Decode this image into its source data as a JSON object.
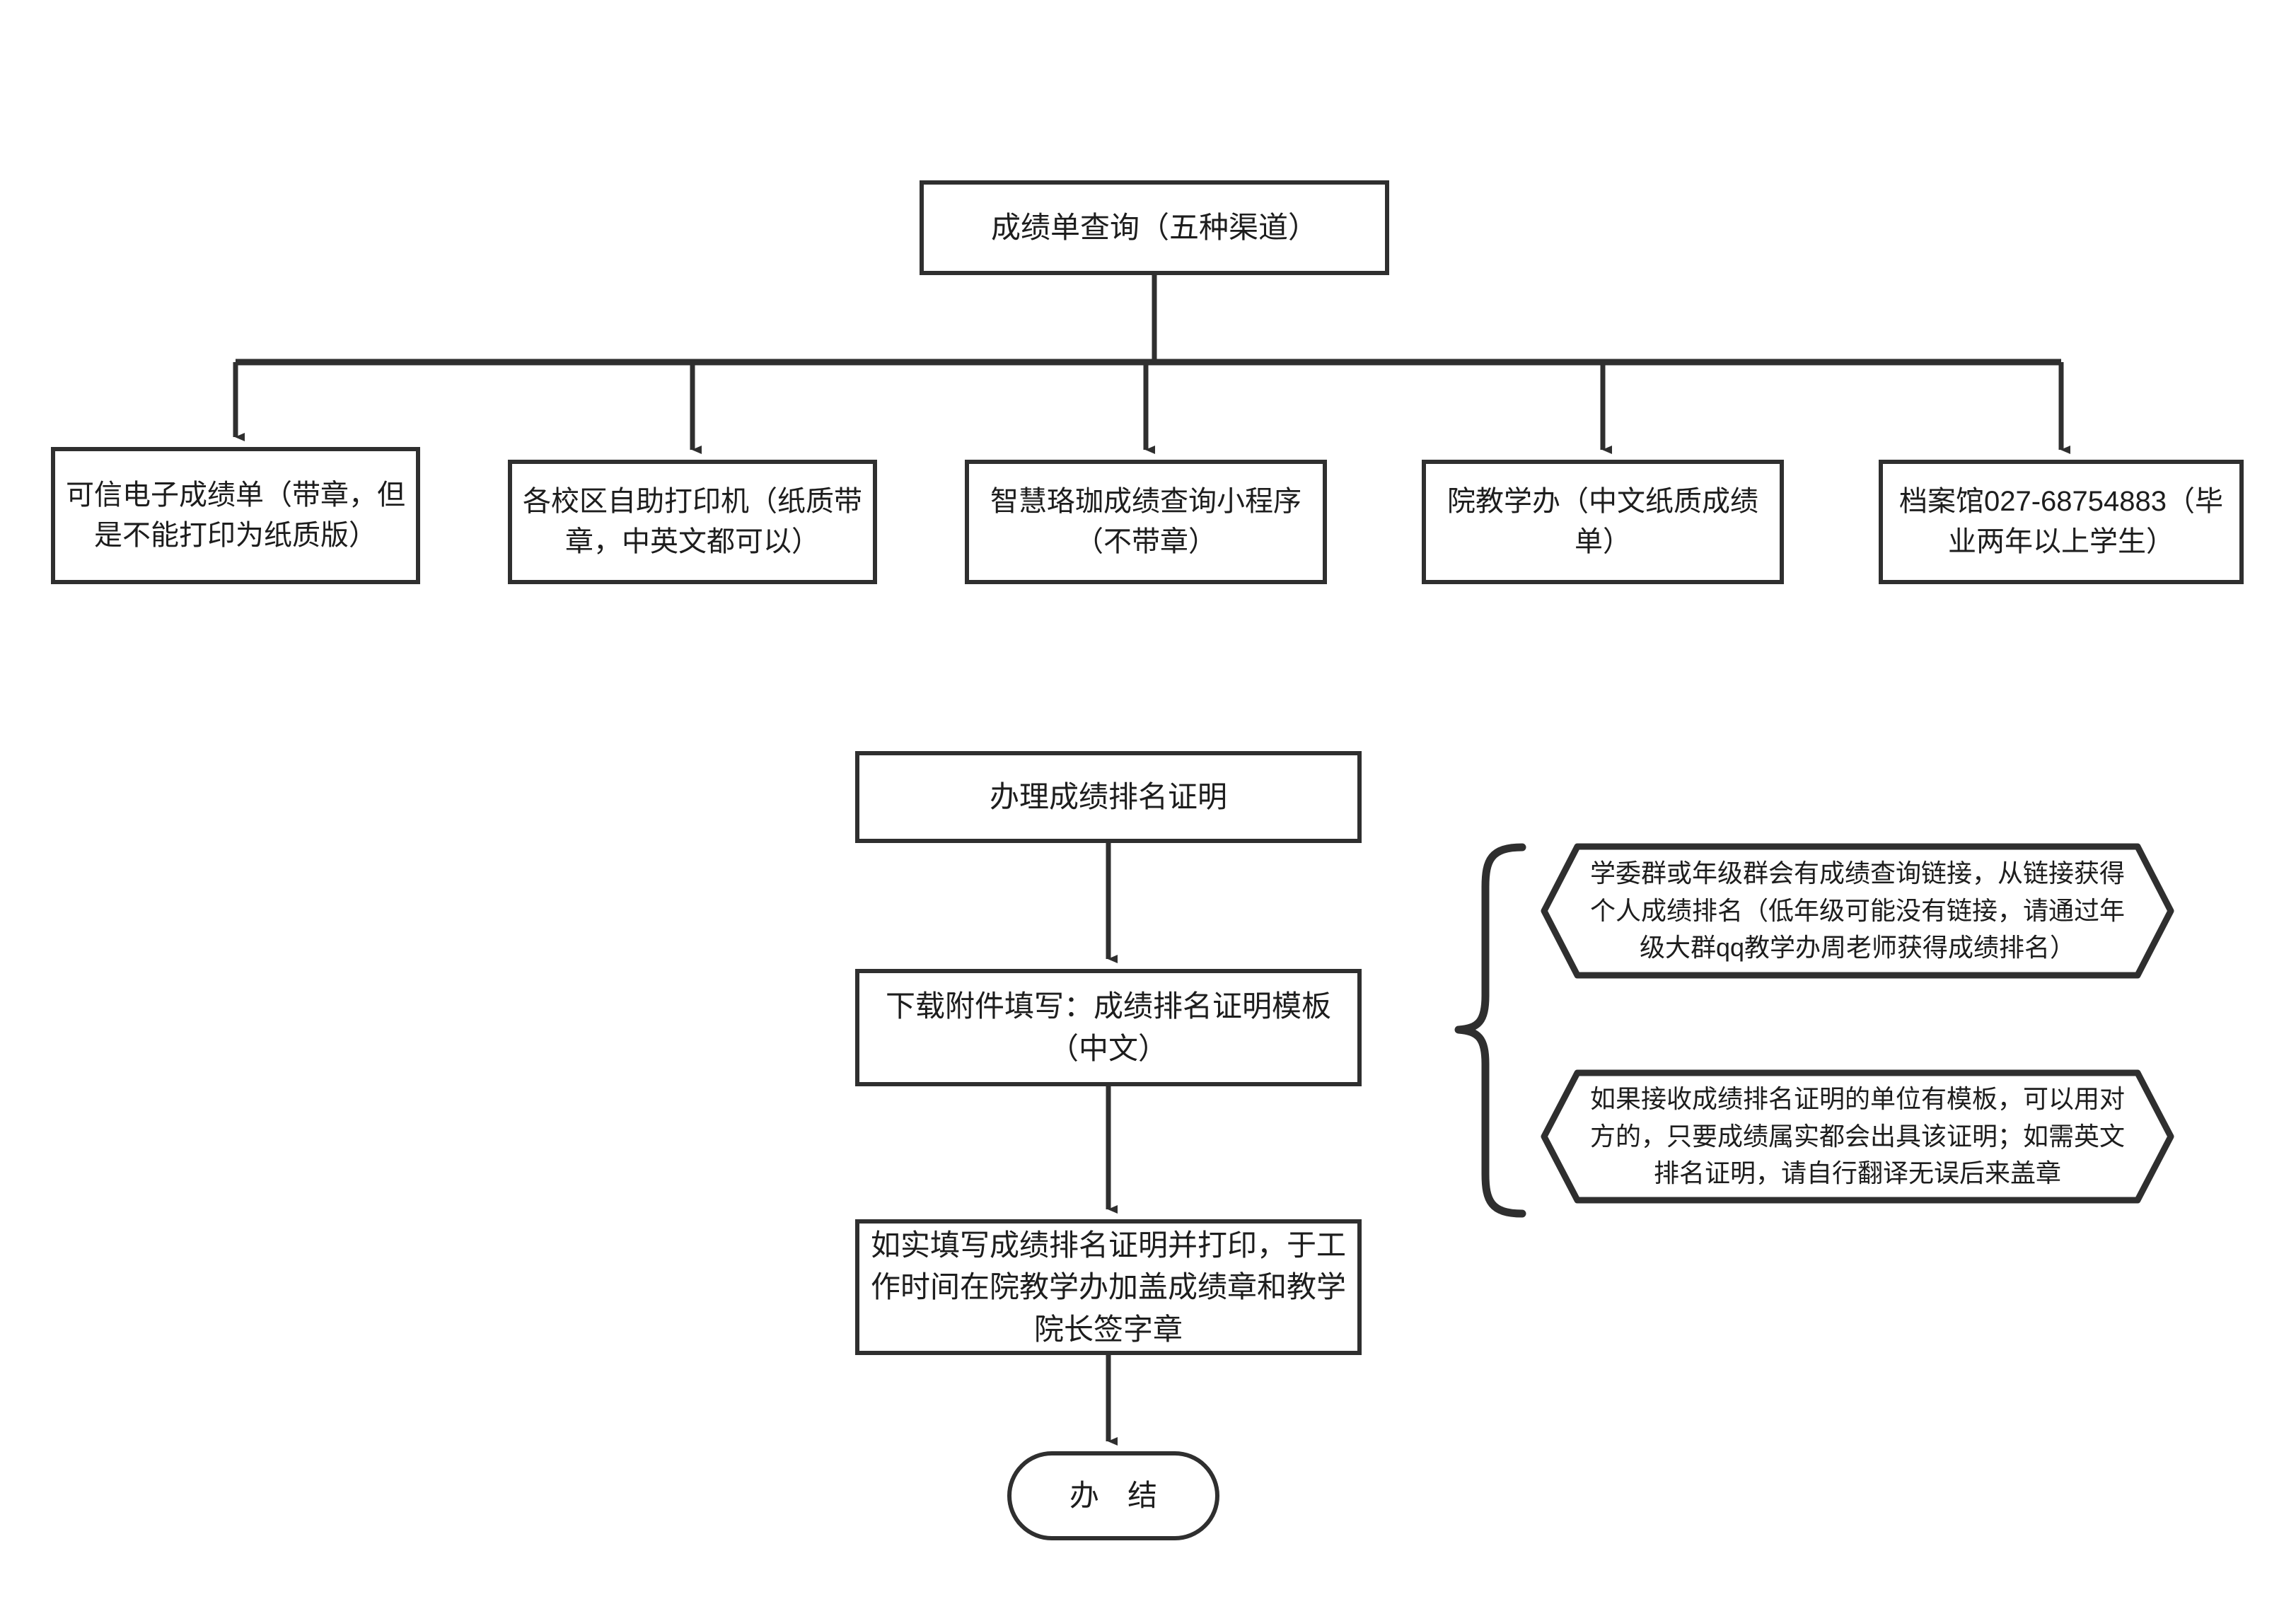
{
  "diagram": {
    "title": "成绩单查询与成绩排名证明办理流程图",
    "stroke_color": "#2f2f2f",
    "text_color": "#1d1d1d",
    "background": "#ffffff"
  },
  "top_tree": {
    "root": {
      "id": "root",
      "label": "成绩单查询（五种渠道）",
      "shape": "rectangle"
    },
    "children": [
      {
        "id": "ch0",
        "label": "可信电子成绩单（带章，但是不能打印为纸质版）",
        "shape": "rectangle"
      },
      {
        "id": "ch1",
        "label": "各校区自助打印机（纸质带章，中英文都可以）",
        "shape": "rectangle"
      },
      {
        "id": "ch2",
        "label": "智慧珞珈成绩查询小程序（不带章）",
        "shape": "rectangle"
      },
      {
        "id": "ch3",
        "label": "院教学办（中文纸质成绩单）",
        "shape": "rectangle"
      },
      {
        "id": "ch4",
        "label": "档案馆027-68754883（毕业两年以上学生）",
        "shape": "rectangle"
      }
    ]
  },
  "lower_chain": {
    "steps": [
      {
        "id": "s0",
        "label": "办理成绩排名证明",
        "shape": "rectangle"
      },
      {
        "id": "s1",
        "label": "下载附件填写：成绩排名证明模板（中文）",
        "shape": "rectangle"
      },
      {
        "id": "s2",
        "label": "如实填写成绩排名证明并打印，于工作时间在院教学办加盖成绩章和教学院长签字章",
        "shape": "rectangle"
      },
      {
        "id": "s3",
        "label": "办  结",
        "shape": "rounded-terminator"
      }
    ]
  },
  "callouts": {
    "brace": "curly-brace-left",
    "notes": [
      {
        "id": "note0",
        "shape": "hexagon",
        "text": "学委群或年级群会有成绩查询链接，从链接获得个人成绩排名（低年级可能没有链接，请通过年级大群qq教学办周老师获得成绩排名）"
      },
      {
        "id": "note1",
        "shape": "hexagon",
        "text": "如果接收成绩排名证明的单位有模板，可以用对方的，只要成绩属实都会出具该证明；如需英文排名证明，请自行翻译无误后来盖章"
      }
    ]
  }
}
